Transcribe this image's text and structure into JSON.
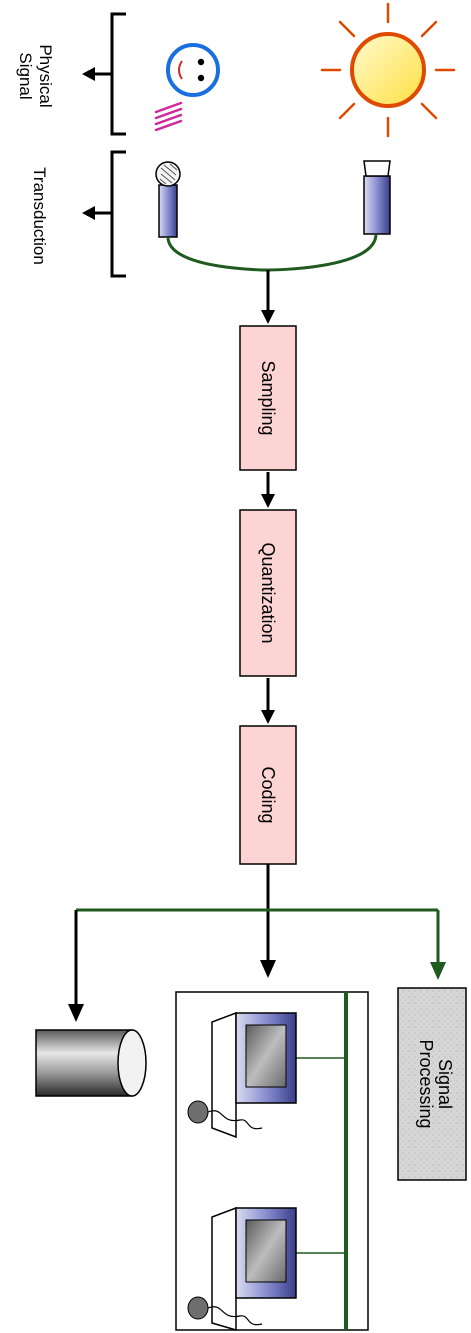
{
  "labels": {
    "physical_signal_line1": "Physical",
    "physical_signal_line2": "Signal",
    "transduction": "Transduction",
    "signal_processing_line1": "Signal",
    "signal_processing_line2": "Processing"
  },
  "pipeline": {
    "sampling": "Sampling",
    "quantization": "Quantization",
    "coding": "Coding"
  },
  "colors": {
    "process_box_fill": "#fcd4d4",
    "connector_green": "#1f5a1f",
    "sun_outline": "#e04a00",
    "sun_fill": "#fff27a",
    "face_outline": "#1a6fe0",
    "sound_waves": "#d0289c",
    "device_blue": "#6a6ab8",
    "signal_processing_fill": "#d8d8d8"
  },
  "icons": [
    "face-icon",
    "sound-wave-icon",
    "sun-icon",
    "microphone-icon",
    "camera-icon",
    "storage-cylinder-icon",
    "computer-icon",
    "mouse-icon"
  ]
}
